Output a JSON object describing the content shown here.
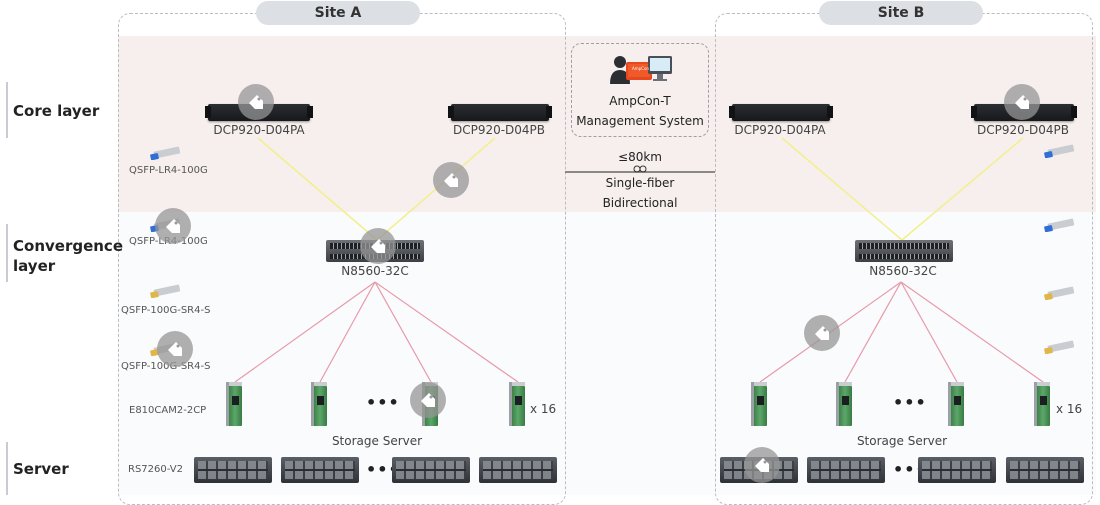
{
  "sites": {
    "site_a": "Site A",
    "site_b": "Site B"
  },
  "layers": {
    "core": "Core layer",
    "convergence": "Convergence layer",
    "server": "Server"
  },
  "devices": {
    "dcp_a": "DCP920-D04PA",
    "dcp_b": "DCP920-D04PB",
    "switch": "N8560-32C",
    "storage_server": "Storage Server",
    "storage_model": "RS7260-V2",
    "nic_model": "E810CAM2-2CP",
    "nic_count": "x 16"
  },
  "transceivers": {
    "lr4_a": "QSFP-LR4-100G",
    "lr4_b": "QSFP-LR4-100G",
    "sr4_a": "QSFP-100G-SR4-S",
    "sr4_b": "QSFP-100G-SR4-S"
  },
  "management": {
    "line1": "AmpCon-T",
    "line2": "Management System",
    "screen_text": "AmpCon"
  },
  "link": {
    "distance": "≤80km",
    "line1": "Single-fiber",
    "line2": "Bidirectional"
  },
  "ellipsis": "•••",
  "colors": {
    "fiber_link": "#f3ef8c",
    "server_link": "#e79aa9",
    "core_band": "#f6efee",
    "site_tab": "#dcdfe3"
  },
  "icons": [
    "tag-icon",
    "transceiver-icon",
    "management-user-icon",
    "monitor-icon",
    "fiber-link-icon"
  ]
}
